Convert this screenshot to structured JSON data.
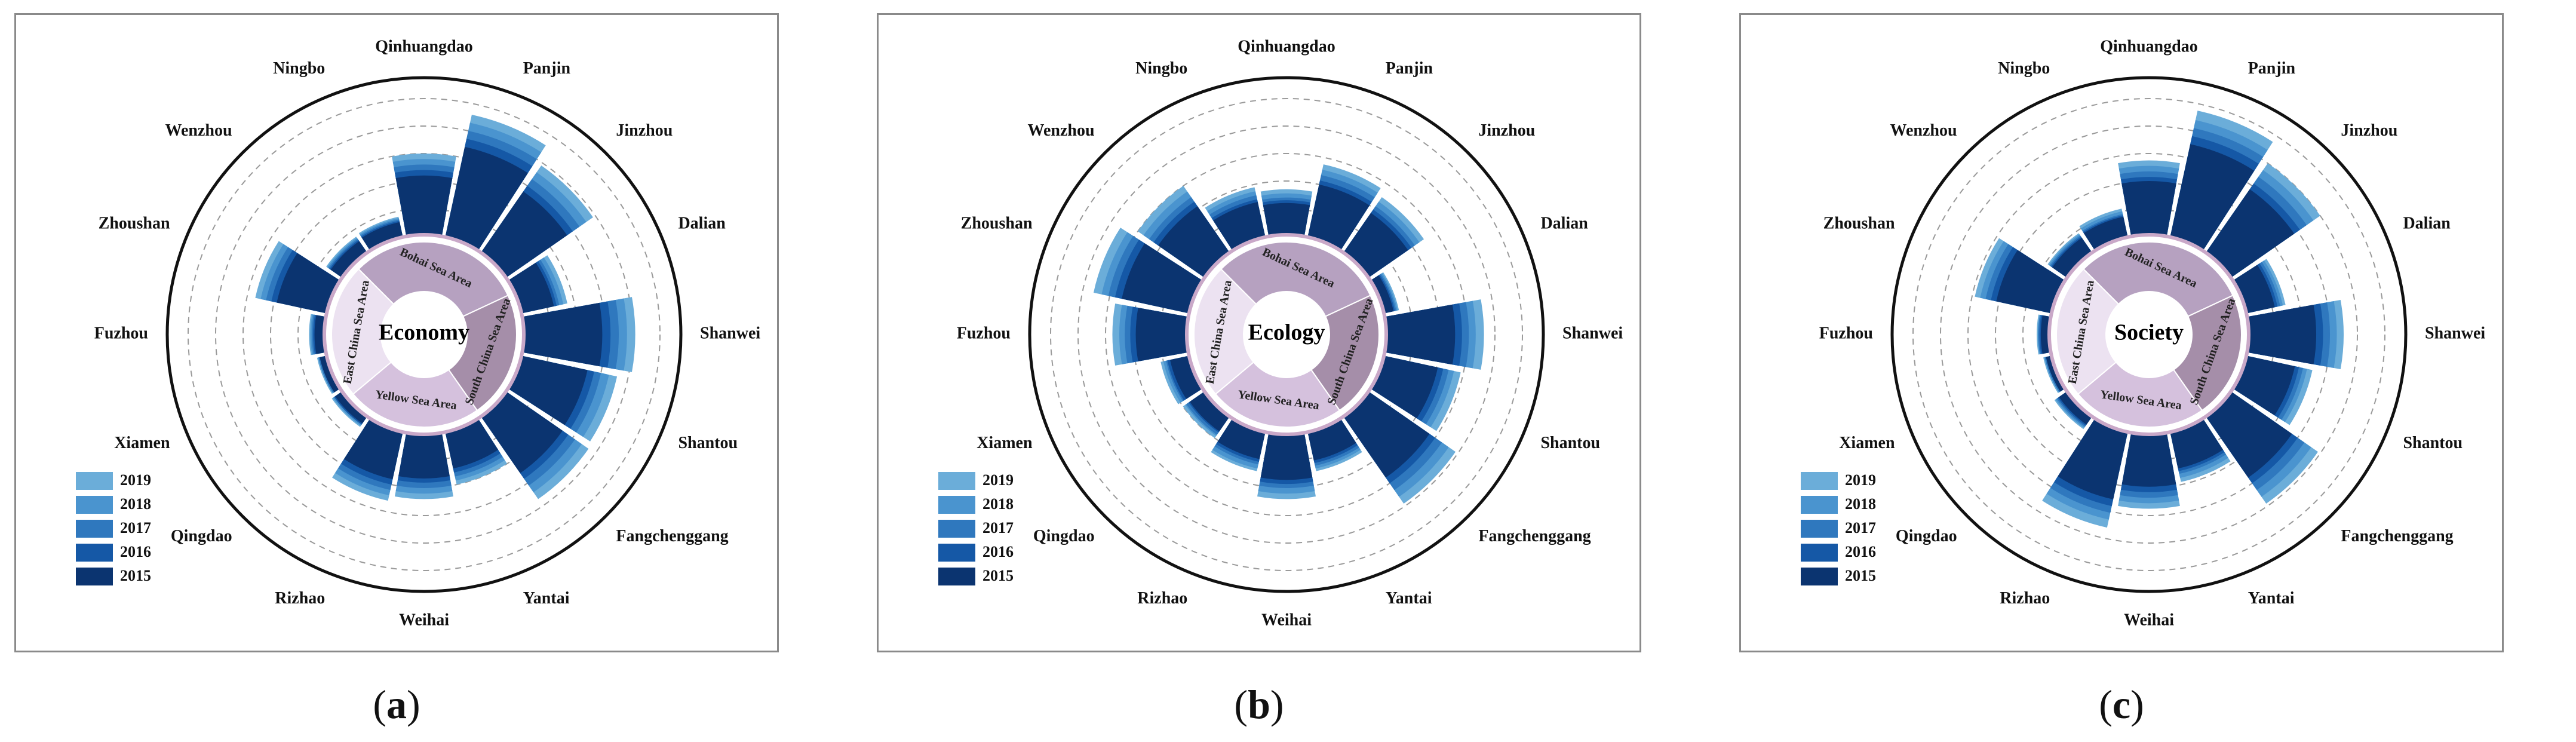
{
  "years": [
    "2019",
    "2018",
    "2017",
    "2016",
    "2015"
  ],
  "colors": {
    "2019": "#6badd9",
    "2018": "#4a94cf",
    "2017": "#2f78be",
    "2016": "#1558a6",
    "2015": "#0b3470",
    "circle": "#111111",
    "grid": "#9a9a9a",
    "bohai": "#b6a1c0",
    "south_china": "#a58ea9",
    "yellow": "#d5c1dd",
    "east_china": "#ece2f1",
    "ring": "#c9a8c8"
  },
  "cities": [
    "Qinhuangdao",
    "Panjin",
    "Jinzhou",
    "Dalian",
    "Shanwei",
    "Shantou",
    "Fangchenggang",
    "Yantai",
    "Weihai",
    "Rizhao",
    "Qingdao",
    "Xiamen",
    "Fuzhou",
    "Zhoushan",
    "Wenzhou",
    "Ningbo"
  ],
  "areas": [
    "Bohai Sea Area",
    "South China Sea Area",
    "Yellow Sea Area",
    "East China Sea Area"
  ],
  "chart_data": [
    {
      "type": "radial-bar",
      "title": "Economy",
      "caption": "a",
      "categories": [
        "Qinhuangdao",
        "Panjin",
        "Jinzhou",
        "Dalian",
        "Shanwei",
        "Shantou",
        "Fangchenggang",
        "Yantai",
        "Weihai",
        "Rizhao",
        "Qingdao",
        "Xiamen",
        "Fuzhou",
        "Zhoushan",
        "Wenzhou",
        "Ningbo"
      ],
      "series": [
        {
          "name": "2019",
          "values": [
            0.6,
            0.92,
            0.78,
            0.35,
            0.82,
            0.72,
            0.74,
            0.4,
            0.48,
            0.52,
            0.1,
            0.08,
            0.12,
            0.54,
            0.15,
            0.16
          ]
        },
        {
          "name": "2018",
          "values": [
            0.56,
            0.86,
            0.72,
            0.32,
            0.76,
            0.66,
            0.68,
            0.37,
            0.44,
            0.48,
            0.09,
            0.07,
            0.11,
            0.5,
            0.14,
            0.15
          ]
        },
        {
          "name": "2017",
          "values": [
            0.52,
            0.8,
            0.66,
            0.29,
            0.7,
            0.6,
            0.62,
            0.34,
            0.4,
            0.44,
            0.08,
            0.07,
            0.1,
            0.46,
            0.13,
            0.14
          ]
        },
        {
          "name": "2016",
          "values": [
            0.48,
            0.74,
            0.6,
            0.27,
            0.64,
            0.55,
            0.56,
            0.31,
            0.36,
            0.4,
            0.08,
            0.06,
            0.09,
            0.42,
            0.12,
            0.13
          ]
        },
        {
          "name": "2015",
          "values": [
            0.44,
            0.68,
            0.55,
            0.25,
            0.58,
            0.5,
            0.51,
            0.28,
            0.33,
            0.36,
            0.07,
            0.06,
            0.08,
            0.38,
            0.11,
            0.12
          ]
        }
      ],
      "ylim": [
        0,
        1
      ]
    },
    {
      "type": "radial-bar",
      "title": "Ecology",
      "caption": "b",
      "categories": [
        "Qinhuangdao",
        "Panjin",
        "Jinzhou",
        "Dalian",
        "Shanwei",
        "Shantou",
        "Fangchenggang",
        "Yantai",
        "Weihai",
        "Rizhao",
        "Qingdao",
        "Xiamen",
        "Fuzhou",
        "Zhoushan",
        "Wenzhou",
        "Ningbo"
      ],
      "series": [
        {
          "name": "2019",
          "values": [
            0.34,
            0.55,
            0.5,
            0.12,
            0.72,
            0.58,
            0.78,
            0.3,
            0.48,
            0.3,
            0.2,
            0.22,
            0.55,
            0.72,
            0.6,
            0.38
          ]
        },
        {
          "name": "2018",
          "values": [
            0.31,
            0.51,
            0.46,
            0.11,
            0.66,
            0.53,
            0.72,
            0.28,
            0.44,
            0.28,
            0.18,
            0.2,
            0.5,
            0.66,
            0.55,
            0.35
          ]
        },
        {
          "name": "2017",
          "values": [
            0.28,
            0.47,
            0.42,
            0.1,
            0.61,
            0.49,
            0.66,
            0.26,
            0.4,
            0.25,
            0.17,
            0.18,
            0.46,
            0.61,
            0.5,
            0.32
          ]
        },
        {
          "name": "2016",
          "values": [
            0.26,
            0.43,
            0.39,
            0.09,
            0.56,
            0.45,
            0.6,
            0.24,
            0.37,
            0.23,
            0.15,
            0.17,
            0.42,
            0.56,
            0.46,
            0.29
          ]
        },
        {
          "name": "2015",
          "values": [
            0.24,
            0.4,
            0.36,
            0.08,
            0.51,
            0.41,
            0.55,
            0.22,
            0.34,
            0.21,
            0.14,
            0.15,
            0.38,
            0.51,
            0.42,
            0.27
          ]
        }
      ],
      "ylim": [
        0,
        1
      ]
    },
    {
      "type": "radial-bar",
      "title": "Society",
      "caption": "c",
      "categories": [
        "Qinhuangdao",
        "Panjin",
        "Jinzhou",
        "Dalian",
        "Shanwei",
        "Shantou",
        "Fangchenggang",
        "Yantai",
        "Weihai",
        "Rizhao",
        "Qingdao",
        "Xiamen",
        "Fuzhou",
        "Zhoushan",
        "Wenzhou",
        "Ningbo"
      ],
      "series": [
        {
          "name": "2019",
          "values": [
            0.55,
            0.95,
            0.8,
            0.3,
            0.7,
            0.5,
            0.78,
            0.38,
            0.55,
            0.72,
            0.12,
            0.07,
            0.1,
            0.58,
            0.18,
            0.22
          ]
        },
        {
          "name": "2018",
          "values": [
            0.51,
            0.88,
            0.74,
            0.28,
            0.65,
            0.46,
            0.72,
            0.35,
            0.51,
            0.66,
            0.11,
            0.06,
            0.09,
            0.54,
            0.17,
            0.2
          ]
        },
        {
          "name": "2017",
          "values": [
            0.47,
            0.82,
            0.68,
            0.26,
            0.6,
            0.43,
            0.66,
            0.32,
            0.47,
            0.61,
            0.1,
            0.06,
            0.09,
            0.5,
            0.16,
            0.18
          ]
        },
        {
          "name": "2016",
          "values": [
            0.43,
            0.76,
            0.62,
            0.24,
            0.55,
            0.4,
            0.6,
            0.3,
            0.43,
            0.56,
            0.09,
            0.05,
            0.08,
            0.46,
            0.15,
            0.17
          ]
        },
        {
          "name": "2015",
          "values": [
            0.4,
            0.7,
            0.57,
            0.22,
            0.5,
            0.37,
            0.55,
            0.28,
            0.39,
            0.51,
            0.08,
            0.05,
            0.07,
            0.42,
            0.14,
            0.16
          ]
        }
      ],
      "ylim": [
        0,
        1
      ]
    }
  ]
}
